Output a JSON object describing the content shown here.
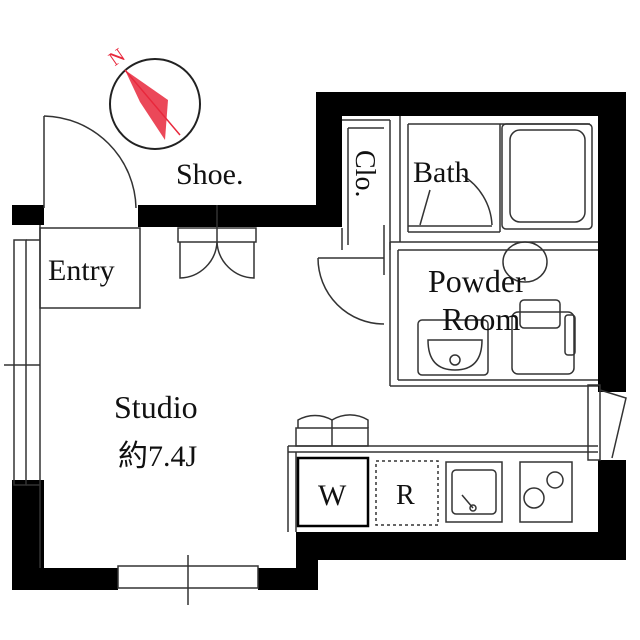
{
  "compass": {
    "north_label": "N",
    "needle_color": "#e8283c"
  },
  "rooms": {
    "shoe": "Shoe.",
    "closet": "Clo.",
    "bath": "Bath",
    "entry": "Entry",
    "powder_line1": "Powder",
    "powder_line2": "Room",
    "studio": "Studio",
    "studio_size": "約7.4J"
  },
  "appliances": {
    "washer": "W",
    "fridge": "R"
  },
  "colors": {
    "wall": "#000000",
    "line": "#333333",
    "background": "#ffffff"
  }
}
